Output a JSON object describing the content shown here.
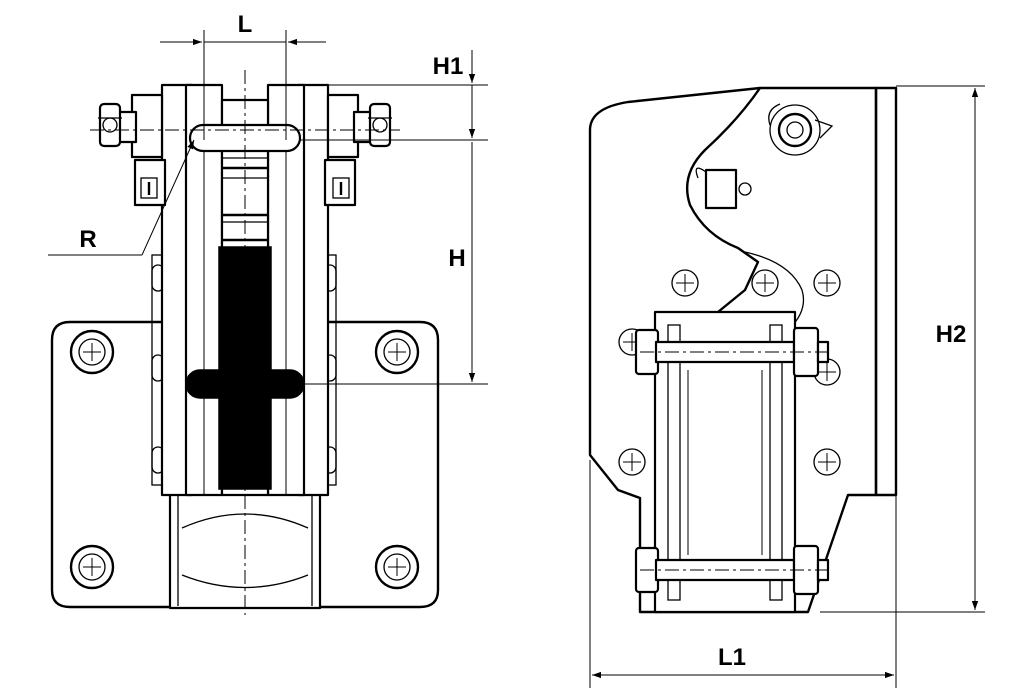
{
  "dimensions": {
    "L": "L",
    "H1": "H1",
    "H": "H",
    "R": "R",
    "H2": "H2",
    "L1": "L1"
  },
  "icons": {
    "bolt": "bolt-icon",
    "hole": "mounting-hole-icon"
  },
  "colors": {
    "line": "#000000",
    "background": "#ffffff",
    "fill": "#000000"
  }
}
